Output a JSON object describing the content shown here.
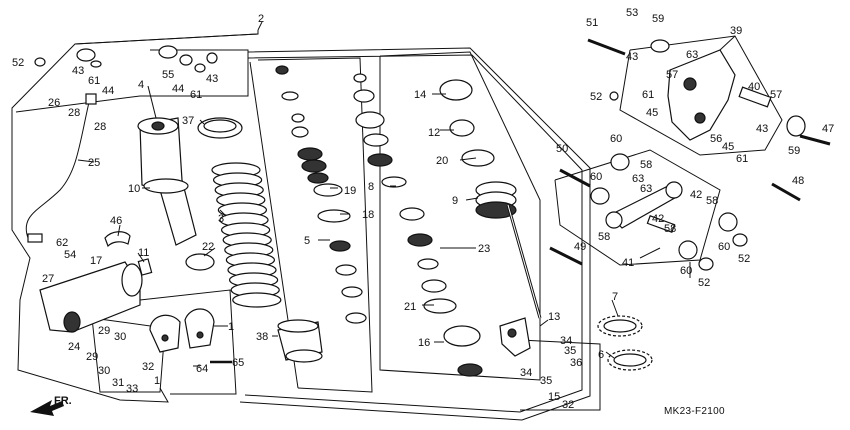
{
  "diagram": {
    "code": "MK23-F2100",
    "direction_label": "FR.",
    "callouts": [
      {
        "id": "c2",
        "text": "2"
      },
      {
        "id": "c52a",
        "text": "52"
      },
      {
        "id": "c43a",
        "text": "43"
      },
      {
        "id": "c61a",
        "text": "61"
      },
      {
        "id": "c44a",
        "text": "44"
      },
      {
        "id": "c55",
        "text": "55"
      },
      {
        "id": "c44b",
        "text": "44"
      },
      {
        "id": "c43b",
        "text": "43"
      },
      {
        "id": "c61b",
        "text": "61"
      },
      {
        "id": "c4",
        "text": "4"
      },
      {
        "id": "c26",
        "text": "26"
      },
      {
        "id": "c28a",
        "text": "28"
      },
      {
        "id": "c28b",
        "text": "28"
      },
      {
        "id": "c25",
        "text": "25"
      },
      {
        "id": "c10",
        "text": "10"
      },
      {
        "id": "c37",
        "text": "37"
      },
      {
        "id": "c3",
        "text": "3"
      },
      {
        "id": "c46",
        "text": "46"
      },
      {
        "id": "c11",
        "text": "11"
      },
      {
        "id": "c22",
        "text": "22"
      },
      {
        "id": "c62",
        "text": "62"
      },
      {
        "id": "c54",
        "text": "54"
      },
      {
        "id": "c27",
        "text": "27"
      },
      {
        "id": "c17",
        "text": "17"
      },
      {
        "id": "c24",
        "text": "24"
      },
      {
        "id": "c29a",
        "text": "29"
      },
      {
        "id": "c30a",
        "text": "30"
      },
      {
        "id": "c29b",
        "text": "29"
      },
      {
        "id": "c30b",
        "text": "30"
      },
      {
        "id": "c31",
        "text": "31"
      },
      {
        "id": "c33",
        "text": "33"
      },
      {
        "id": "c32a",
        "text": "32"
      },
      {
        "id": "c1a",
        "text": "1"
      },
      {
        "id": "c1b",
        "text": "1"
      },
      {
        "id": "c64",
        "text": "64"
      },
      {
        "id": "c65",
        "text": "65"
      },
      {
        "id": "c38",
        "text": "38"
      },
      {
        "id": "c19",
        "text": "19"
      },
      {
        "id": "c18",
        "text": "18"
      },
      {
        "id": "c5",
        "text": "5"
      },
      {
        "id": "c8",
        "text": "8"
      },
      {
        "id": "c14",
        "text": "14"
      },
      {
        "id": "c12",
        "text": "12"
      },
      {
        "id": "c20",
        "text": "20"
      },
      {
        "id": "c9",
        "text": "9"
      },
      {
        "id": "c23",
        "text": "23"
      },
      {
        "id": "c21",
        "text": "21"
      },
      {
        "id": "c16",
        "text": "16"
      },
      {
        "id": "c13",
        "text": "13"
      },
      {
        "id": "c34a",
        "text": "34"
      },
      {
        "id": "c35a",
        "text": "35"
      },
      {
        "id": "c36",
        "text": "36"
      },
      {
        "id": "c34b",
        "text": "34"
      },
      {
        "id": "c35b",
        "text": "35"
      },
      {
        "id": "c15",
        "text": "15"
      },
      {
        "id": "c32b",
        "text": "32"
      },
      {
        "id": "c7",
        "text": "7"
      },
      {
        "id": "c6",
        "text": "6"
      },
      {
        "id": "c51",
        "text": "51"
      },
      {
        "id": "c53",
        "text": "53"
      },
      {
        "id": "c59a",
        "text": "59"
      },
      {
        "id": "c39",
        "text": "39"
      },
      {
        "id": "c63a",
        "text": "63"
      },
      {
        "id": "c43c",
        "text": "43"
      },
      {
        "id": "c57a",
        "text": "57"
      },
      {
        "id": "c52b",
        "text": "52"
      },
      {
        "id": "c61c",
        "text": "61"
      },
      {
        "id": "c45a",
        "text": "45"
      },
      {
        "id": "c40",
        "text": "40"
      },
      {
        "id": "c57b",
        "text": "57"
      },
      {
        "id": "c56",
        "text": "56"
      },
      {
        "id": "c43d",
        "text": "43"
      },
      {
        "id": "c45b",
        "text": "45"
      },
      {
        "id": "c61d",
        "text": "61"
      },
      {
        "id": "c59b",
        "text": "59"
      },
      {
        "id": "c47",
        "text": "47"
      },
      {
        "id": "c60a",
        "text": "60"
      },
      {
        "id": "c50",
        "text": "50"
      },
      {
        "id": "c58a",
        "text": "58"
      },
      {
        "id": "c63b",
        "text": "63"
      },
      {
        "id": "c63c",
        "text": "63"
      },
      {
        "id": "c60b",
        "text": "60"
      },
      {
        "id": "c42a",
        "text": "42"
      },
      {
        "id": "c58b",
        "text": "58"
      },
      {
        "id": "c48",
        "text": "48"
      },
      {
        "id": "c42b",
        "text": "42"
      },
      {
        "id": "c58c",
        "text": "58"
      },
      {
        "id": "c58d",
        "text": "58"
      },
      {
        "id": "c49",
        "text": "49"
      },
      {
        "id": "c41",
        "text": "41"
      },
      {
        "id": "c60c",
        "text": "60"
      },
      {
        "id": "c52c",
        "text": "52"
      },
      {
        "id": "c60d",
        "text": "60"
      },
      {
        "id": "c52d",
        "text": "52"
      }
    ]
  }
}
